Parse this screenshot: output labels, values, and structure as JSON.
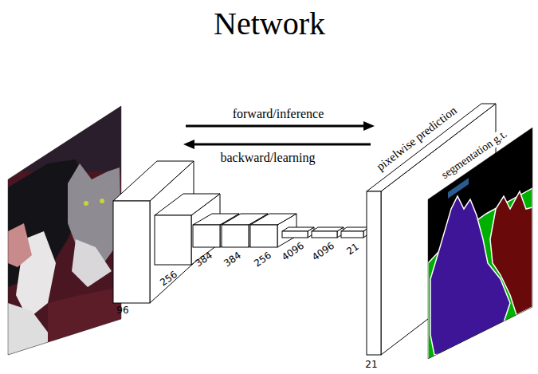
{
  "diagram": {
    "title": "Network",
    "labels": [
      "forward/inference",
      "backward/learning",
      "pixelwise prediction",
      "segmentation g.t.",
      "96",
      "256",
      "384",
      "384",
      "256",
      "4096",
      "4096",
      "21",
      "21"
    ]
  }
}
